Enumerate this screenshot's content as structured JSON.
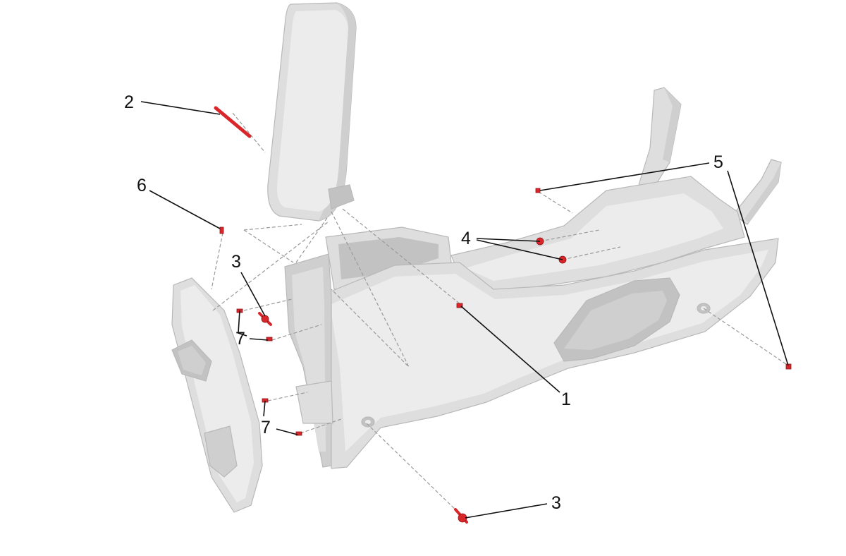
{
  "colors": {
    "fastener": "#d8262a",
    "part_fill": "#e4e4e4",
    "part_shadow": "#c6c6c6",
    "leader": "#111111",
    "background": "#ffffff"
  },
  "callouts": [
    {
      "id": "c1",
      "label": "1"
    },
    {
      "id": "c2",
      "label": "2"
    },
    {
      "id": "c3a",
      "label": "3"
    },
    {
      "id": "c3b",
      "label": "3"
    },
    {
      "id": "c4",
      "label": "4"
    },
    {
      "id": "c5",
      "label": "5"
    },
    {
      "id": "c6",
      "label": "6"
    },
    {
      "id": "c7a",
      "label": "7"
    },
    {
      "id": "c7b",
      "label": "7"
    }
  ]
}
